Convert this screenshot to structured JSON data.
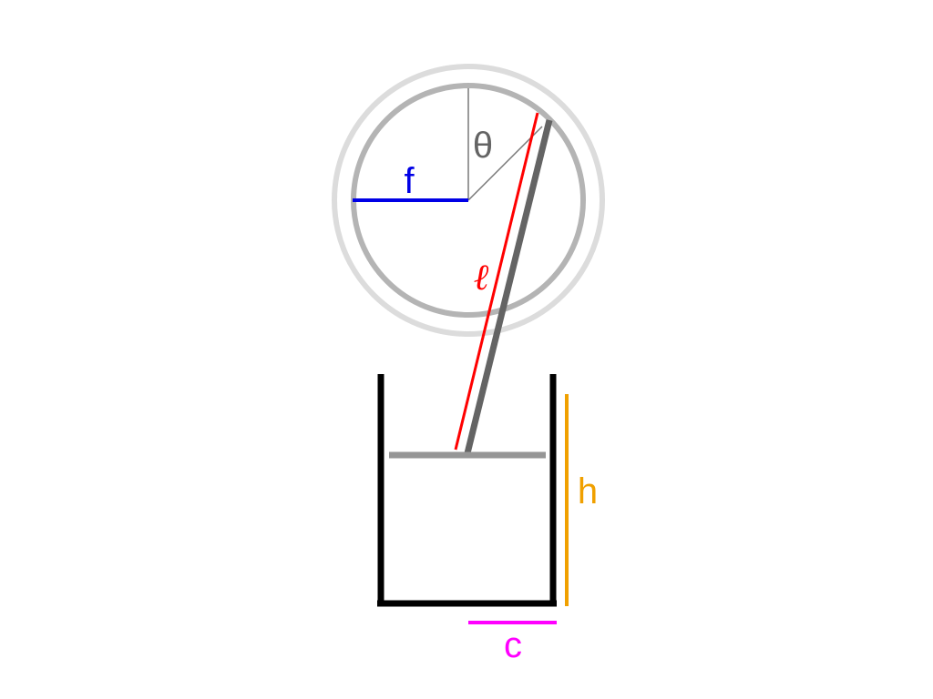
{
  "labels": {
    "theta": "θ",
    "f": "f",
    "ell": "ℓ",
    "h": "h",
    "c": "c"
  },
  "colors": {
    "outer_ring": "#dcdcdc",
    "inner_ring": "#b4b4b4",
    "rod": "#646464",
    "angle_lines": "#787878",
    "radius_f": "#0000e6",
    "length_ell": "#ff0000",
    "height_h": "#f0a000",
    "width_c": "#ff00ff",
    "cylinder": "#000000",
    "piston": "#969696",
    "theta_text": "#646464"
  }
}
